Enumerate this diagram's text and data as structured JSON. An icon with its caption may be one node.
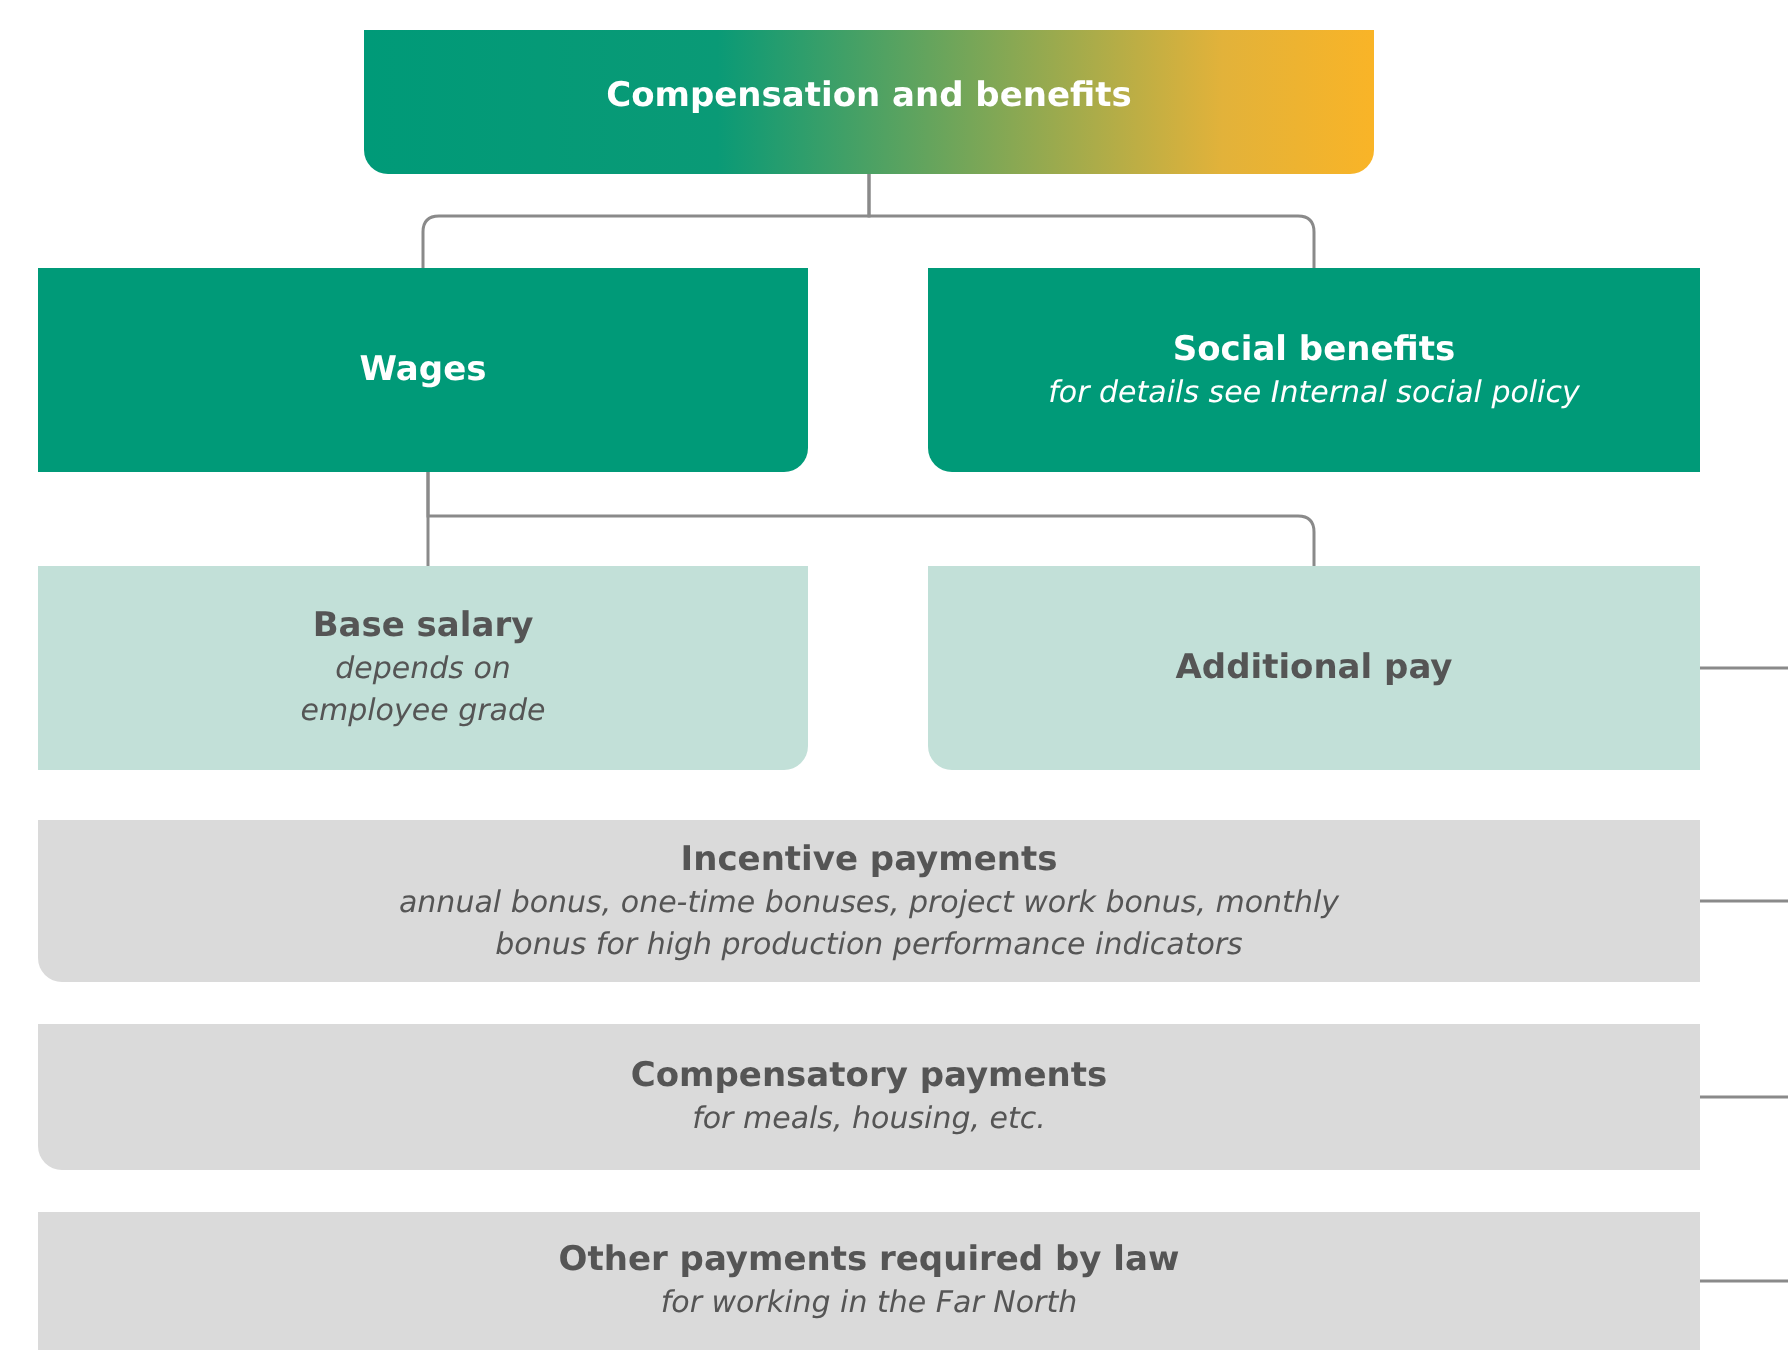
{
  "diagram": {
    "nodes": [
      {
        "text": [
          "Compensation and benefits"
        ]
      },
      {
        "text": [
          "Wages"
        ]
      },
      {
        "text": [
          "Social benefits",
          "for details see Internal social policy"
        ]
      },
      {
        "text": [
          "Base salary",
          "depends on employee grade"
        ]
      },
      {
        "text": [
          "Additional pay"
        ]
      },
      {
        "text": [
          "Incentive payments",
          "annual bonus, one-time bonuses, project work bonus, monthly bonus for high production performance indicators"
        ]
      },
      {
        "text": [
          "Compensatory payments",
          "for meals, housing, etc."
        ]
      },
      {
        "text": [
          "Other payments required by law",
          "for working in the Far North"
        ]
      }
    ],
    "edges": [
      {
        "from": 0,
        "to": 1,
        "arrow": "none"
      },
      {
        "from": 0,
        "to": 2,
        "arrow": "none"
      },
      {
        "from": 1,
        "to": 3,
        "arrow": "none"
      },
      {
        "from": 1,
        "to": 4,
        "arrow": "none"
      },
      {
        "from": 4,
        "to": null,
        "arrow": "none"
      },
      {
        "from": 5,
        "to": null,
        "arrow": "none"
      },
      {
        "from": 6,
        "to": null,
        "arrow": "none"
      },
      {
        "from": 7,
        "to": null,
        "arrow": "none"
      }
    ]
  }
}
